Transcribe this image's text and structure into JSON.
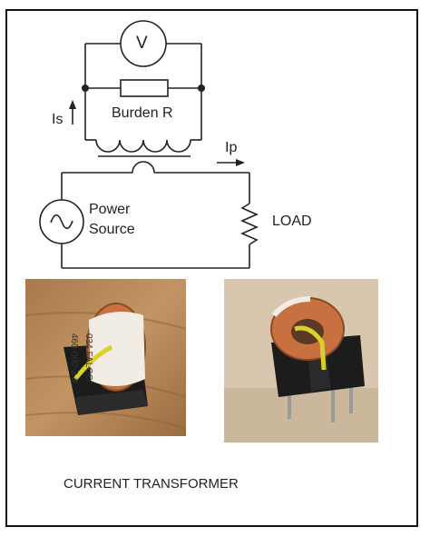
{
  "circuit": {
    "voltmeter_symbol": "V",
    "secondary_current_label": "Is",
    "burden_label": "Burden R",
    "primary_current_label": "Ip",
    "source_label_line1": "Power",
    "source_label_line2": "Source",
    "load_label": "LOAD"
  },
  "photos": {
    "left_ct_label_line1": "460-000-3-3",
    "left_ct_label_line2": "034 FALCO"
  },
  "caption": "CURRENT TRANSFORMER",
  "colors": {
    "wire": "#222222",
    "copper": "#c8703f",
    "enamel_yellow": "#d8d12a",
    "housing": "#1c1c1c",
    "wood": "#b98a5a",
    "beige_bg": "#d9c6ae"
  }
}
